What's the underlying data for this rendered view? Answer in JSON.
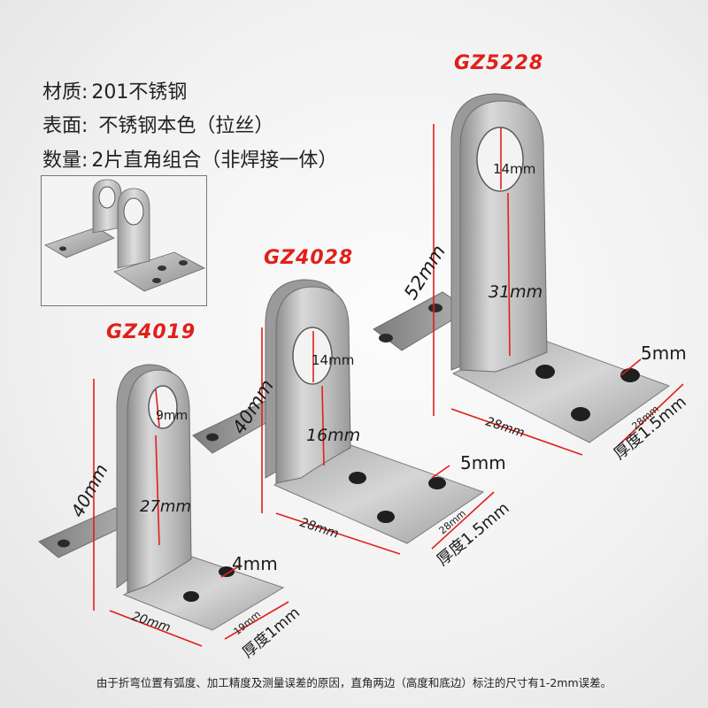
{
  "specs": [
    {
      "key": "材质:",
      "value": "201不锈钢"
    },
    {
      "key": "表面:",
      "value": "不锈钢本色（拉丝）"
    },
    {
      "key": "数量:",
      "value": "2片直角组合（非焊接一体）"
    }
  ],
  "products": [
    {
      "model": "GZ4019",
      "hole": "9mm",
      "upright": "27mm",
      "height": "40mm",
      "small_hole": "4mm",
      "base": "20mm",
      "width": "19mm",
      "thickness": "厚度1mm"
    },
    {
      "model": "GZ4028",
      "hole": "14mm",
      "upright": "16mm",
      "height": "40mm",
      "small_hole": "5mm",
      "base": "28mm",
      "width": "28mm",
      "thickness": "厚度1.5mm"
    },
    {
      "model": "GZ5228",
      "hole": "14mm",
      "upright": "31mm",
      "height": "52mm",
      "small_hole": "5mm",
      "base": "28mm",
      "width": "28mm",
      "thickness": "厚度1.5mm"
    }
  ],
  "footnote": "由于折弯位置有弧度、加工精度及测量误差的原因，直角两边（高度和底边）标注的尺寸有1-2mm误差。",
  "colors": {
    "accent": "#e0201a",
    "steel_light": "#c9c9c9",
    "steel_dark": "#8a8a8a"
  }
}
